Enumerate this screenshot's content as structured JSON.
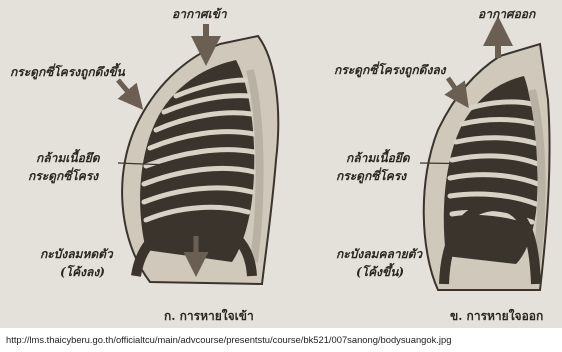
{
  "inhale": {
    "air_label": "อากาศเข้า",
    "ribs_label": "กระดูกซี่โครงถูกดึงขึ้น",
    "muscle_label_1": "กล้ามเนื้อยึด",
    "muscle_label_2": "กระดูกซี่โครง",
    "diaphragm_label_1": "กะบังลมหดตัว",
    "diaphragm_label_2": "(โค้งลง)",
    "caption": "ก. การหายใจเข้า"
  },
  "exhale": {
    "air_label": "อากาศออก",
    "ribs_label": "กระดูกซี่โครงถูกดึงลง",
    "muscle_label_1": "กล้ามเนื้อยึด",
    "muscle_label_2": "กระดูกซี่โครง",
    "diaphragm_label_1": "กะบังลมคลายตัว",
    "diaphragm_label_2": "(โค้งขึ้น)",
    "caption": "ข. การหายใจออก"
  },
  "source_url": "http://lms.thaicyberu.go.th/officialtcu/main/advcourse/presentstu/course/bk521/007sanong/bodysuangok.jpg",
  "colors": {
    "paper": "#e9e6e1",
    "ink": "#2a2620",
    "rib": "#d8d2c6",
    "shadow": "#3b342c",
    "arrow": "#6a5f52"
  }
}
